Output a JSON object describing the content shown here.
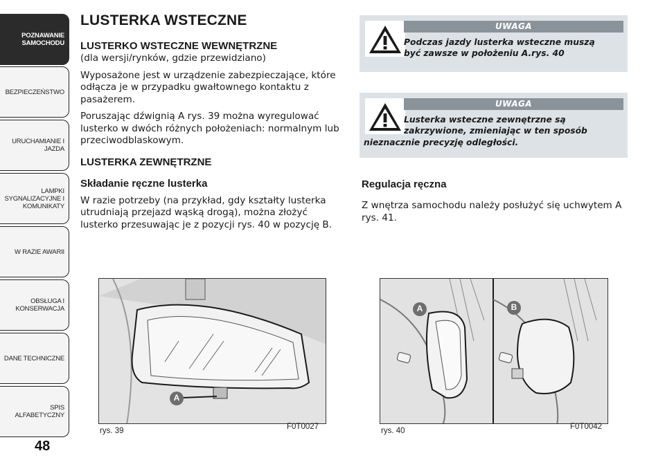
{
  "sidebar": {
    "tabs": [
      {
        "label": "POZNAWANIE\nSAMOCHODU",
        "active": true
      },
      {
        "label": "BEZPIECZEŃSTWO",
        "active": false
      },
      {
        "label": "URUCHAMIANIE I\nJAZDA",
        "active": false
      },
      {
        "label": "LAMPKI\nSYGNALIZACYJNE I\nKOMUNIKATY",
        "active": false
      },
      {
        "label": "W RAZIE AWARII",
        "active": false
      },
      {
        "label": "OBSŁUGA I\nKONSERWACJA",
        "active": false
      },
      {
        "label": "DANE TECHNICZNE",
        "active": false
      },
      {
        "label": "SPIS ALFABETYCZNY",
        "active": false
      }
    ],
    "page_number": "48"
  },
  "left": {
    "title": "LUSTERKA WSTECZNE",
    "section1_heading": "LUSTERKO WSTECZNE WEWNĘTRZNE",
    "section1_note": "(dla wersji/rynków, gdzie przewidziano)",
    "p1": "Wyposażone jest w urządzenie zabezpieczające, które odłącza je w przypadku gwałtownego kontaktu z pasażerem.",
    "p2": "Poruszając dźwignią A rys. 39 można wyregulować lusterko w dwóch różnych położeniach: normalnym lub przeciwodblaskowym.",
    "section2_heading": "LUSTERKA ZEWNĘTRZNE",
    "section2_sub": "Składanie ręczne lusterka",
    "p3": "W razie potrzeby (na przykład, gdy kształty lusterka utrudniają przejazd wąską drogą), można złożyć lusterko przesuwając je z pozycji rys. 40 w pozycję B."
  },
  "warnings": [
    {
      "header": "UWAGA",
      "line1": "Podczas jazdy lusterka wsteczne muszą",
      "line2": "być zawsze w położeniu A.rys. 40",
      "line3": ""
    },
    {
      "header": "UWAGA",
      "line1": "Lusterka wsteczne zewnętrzne są",
      "line2": "zakrzywione, zmieniając w ten sposób",
      "line3": "nieznacznie precyzję odległości."
    }
  ],
  "right": {
    "heading": "Regulacja ręczna",
    "p1": "Z wnętrza samochodu należy posłużyć się uchwytem A rys. 41."
  },
  "figures": [
    {
      "caption": "rys. 39",
      "code": "F0T0027",
      "labels": [
        "A"
      ]
    },
    {
      "caption": "rys. 40",
      "code": "F0T0042",
      "labels": [
        "A",
        "B"
      ]
    }
  ],
  "colors": {
    "tab_active": "#2b2b2b",
    "warning_bg": "#dde2e6",
    "warning_bar": "#8a9399",
    "label_circle": "#6e6e6e"
  }
}
